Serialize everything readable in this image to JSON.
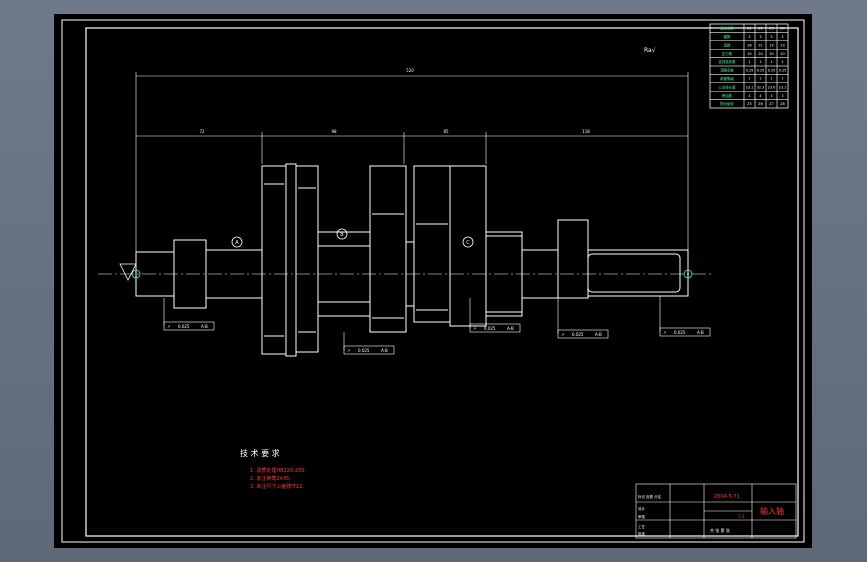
{
  "drawing": {
    "tech_title": "技 术 要 求",
    "tech_notes": [
      "1. 调质处理HB220-250;",
      "2. 未注倒角2X45;",
      "3. 未注尺寸公差按IT12."
    ],
    "roughness_mark": "Ra√",
    "dims": {
      "overall": "520",
      "seg1": "72",
      "seg2": "98",
      "seg3": "85",
      "seg4": "118"
    },
    "section_labels": [
      "A",
      "B",
      "C"
    ],
    "tolerance_frames": [
      {
        "sym": "↗",
        "val": "0.025",
        "datum": "A-B"
      },
      {
        "sym": "↗",
        "val": "0.025",
        "datum": "A-B"
      },
      {
        "sym": "↗",
        "val": "0.025",
        "datum": "A-B"
      },
      {
        "sym": "↗",
        "val": "0.025",
        "datum": "A-B"
      },
      {
        "sym": "↗",
        "val": "0.025",
        "datum": "A-B"
      }
    ],
    "title_block": {
      "part_name": "输入轴",
      "drawing_no": "2004-5-71",
      "scale": "1:2",
      "sheet": "共 张 第 张",
      "rows": [
        "标记 处数 分区",
        "设计",
        "审核",
        "工艺",
        "批准"
      ]
    },
    "param_table": {
      "header": [
        "齿轮参数",
        "Z1",
        "Z2",
        "Z3",
        "Z4"
      ],
      "rows": [
        [
          "模数",
          "3",
          "3",
          "3",
          "3"
        ],
        [
          "齿数",
          "26",
          "31",
          "19",
          "23"
        ],
        [
          "压力角",
          "20",
          "20",
          "20",
          "20"
        ],
        [
          "齿顶高系数",
          "1",
          "1",
          "1",
          "1"
        ],
        [
          "顶隙系数",
          "0.25",
          "0.25",
          "0.25",
          "0.25"
        ],
        [
          "精度等级",
          "7",
          "7",
          "7",
          "7"
        ],
        [
          "公法线长度",
          "23.1",
          "32.3",
          "23.0",
          "23.1"
        ],
        [
          "跨齿数",
          "3",
          "4",
          "3",
          "3"
        ],
        [
          "配对齿轮",
          "Z5",
          "Z6",
          "Z7",
          "Z8"
        ]
      ]
    }
  }
}
